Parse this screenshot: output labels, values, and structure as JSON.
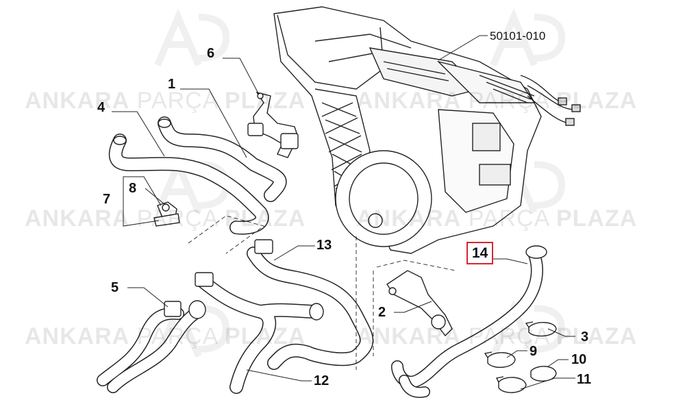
{
  "diagram": {
    "reference_code": "50101-010",
    "labels": [
      {
        "id": "p1",
        "text": "1"
      },
      {
        "id": "p2",
        "text": "2"
      },
      {
        "id": "p3",
        "text": "3"
      },
      {
        "id": "p4",
        "text": "4"
      },
      {
        "id": "p5",
        "text": "5"
      },
      {
        "id": "p6",
        "text": "6"
      },
      {
        "id": "p7",
        "text": "7"
      },
      {
        "id": "p8",
        "text": "8"
      },
      {
        "id": "p9",
        "text": "9"
      },
      {
        "id": "p10",
        "text": "10"
      },
      {
        "id": "p11",
        "text": "11"
      },
      {
        "id": "p12",
        "text": "12"
      },
      {
        "id": "p13",
        "text": "13"
      },
      {
        "id": "p14",
        "text": "14"
      }
    ],
    "highlighted_label": "14",
    "highlight_color": "#d7262f"
  },
  "watermark": {
    "word_1": "ANKARA",
    "word_2": "PARÇA",
    "word_3": "PLAZA"
  }
}
